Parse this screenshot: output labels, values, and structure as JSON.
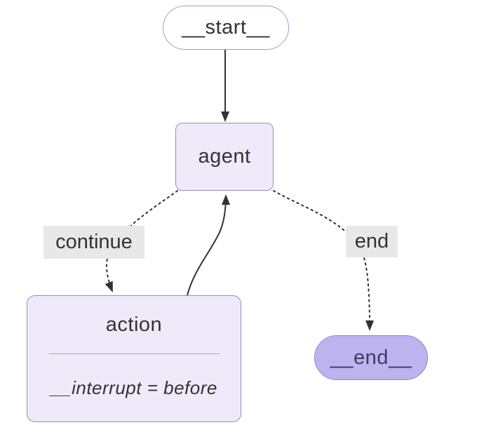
{
  "diagram": {
    "type": "flowchart",
    "background_color": "#ffffff",
    "edge_color": "#333333",
    "edge_label_background": "#e8e8e8",
    "nodes": {
      "start": {
        "label": "__start__",
        "shape": "stadium",
        "fill": "#ffffff",
        "border_color": "#a49bd3",
        "text_color": "#333333"
      },
      "agent": {
        "label": "agent",
        "shape": "rounded-rectangle",
        "fill": "#eeeafa",
        "border_color": "#978cc5",
        "text_color": "#333333"
      },
      "action": {
        "label": "action",
        "description": "__interrupt = before",
        "shape": "rounded-rectangle",
        "fill": "#eeeafa",
        "border_color": "#978cc5",
        "text_color": "#333333"
      },
      "end": {
        "label": "__end__",
        "shape": "stadium",
        "fill": "#bdb3ee",
        "border_color": "#9488d8",
        "text_color": "#3f3966"
      }
    },
    "edges": [
      {
        "from": "__start__",
        "to": "agent",
        "style": "solid",
        "label": ""
      },
      {
        "from": "agent",
        "to": "action",
        "style": "dotted",
        "label": "continue"
      },
      {
        "from": "action",
        "to": "agent",
        "style": "solid",
        "label": ""
      },
      {
        "from": "agent",
        "to": "__end__",
        "style": "dotted",
        "label": "end"
      }
    ]
  }
}
